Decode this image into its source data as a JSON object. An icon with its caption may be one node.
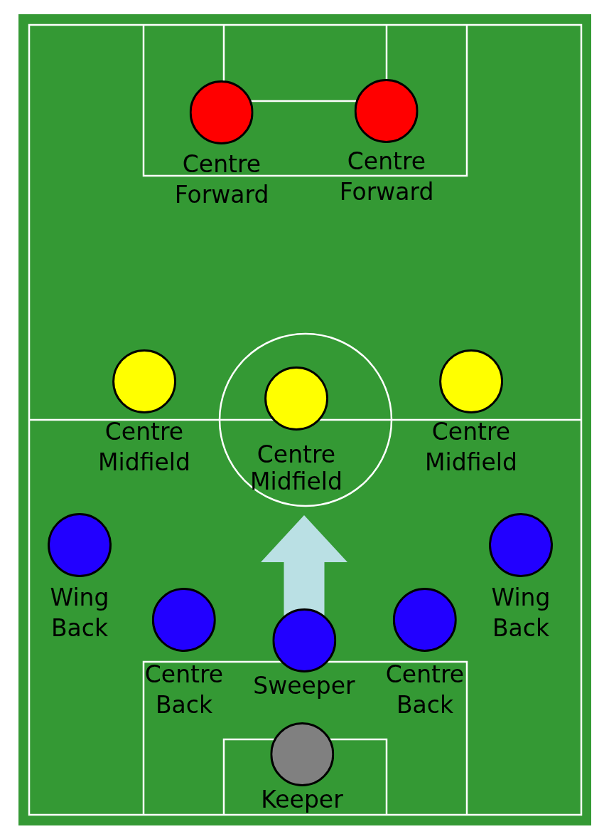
{
  "diagram": {
    "nodes": [
      {
        "text": [
          "Centre Forward"
        ]
      },
      {
        "text": [
          "Centre Forward"
        ]
      },
      {
        "text": [
          "Centre Midfield"
        ]
      },
      {
        "text": [
          "Centre Midfield"
        ]
      },
      {
        "text": [
          "Centre Midfield"
        ]
      },
      {
        "text": [
          "Wing Back"
        ]
      },
      {
        "text": [
          "Wing Back"
        ]
      },
      {
        "text": [
          "Centre Back"
        ]
      },
      {
        "text": [
          "Sweeper"
        ]
      },
      {
        "text": [
          "Centre Back"
        ]
      },
      {
        "text": [
          "Keeper"
        ]
      }
    ],
    "edges": [
      {
        "from": 8,
        "to": 3,
        "arrow": "to"
      }
    ]
  }
}
